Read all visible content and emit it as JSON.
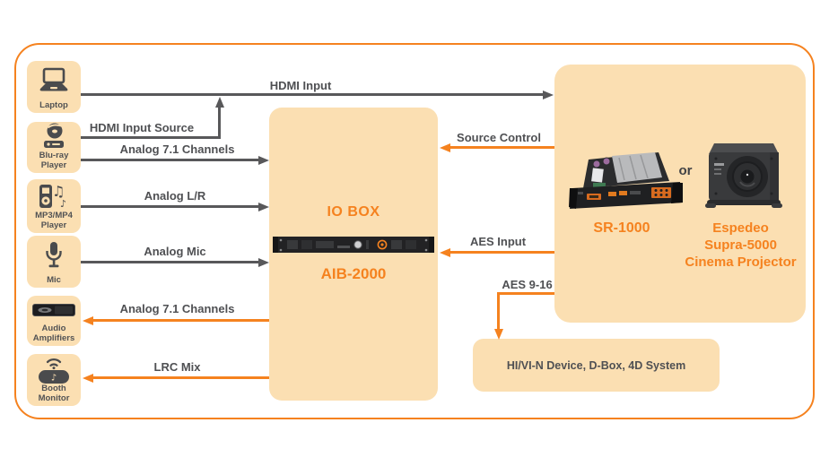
{
  "colors": {
    "accent_orange": "#F5821F",
    "panel_fill": "#FBDFB2",
    "line_dark": "#58585A",
    "text_dark": "#4F5053"
  },
  "devices": {
    "laptop": {
      "label": "Laptop",
      "icon": "laptop-icon"
    },
    "bluray": {
      "label": "Blu-ray Player",
      "icon": "bluray-disc-icon"
    },
    "mp3": {
      "label": "MP3/MP4 Player",
      "icon": "mp3-player-icon"
    },
    "mic": {
      "label": "Mic",
      "icon": "microphone-icon"
    },
    "amp": {
      "label": "Audio Amplifiers",
      "icon": "amplifier-icon"
    },
    "booth": {
      "label": "Booth Monitor",
      "icon": "booth-monitor-icon"
    }
  },
  "io_box": {
    "title": "IO BOX",
    "model": "AIB-2000",
    "image": "aib-2000-rack-unit"
  },
  "right_box": {
    "server_label": "SR-1000",
    "or_label": "or",
    "projector_line1": "Espedeo",
    "projector_line2": "Supra-5000",
    "projector_line3": "Cinema Projector",
    "images": [
      "sr-1000-media-block",
      "supra-5000-projector"
    ]
  },
  "bottom_box": {
    "label": "HI/VI-N Device, D-Box, 4D System"
  },
  "connections": {
    "hdmi_input": {
      "label": "HDMI Input",
      "from": "laptop",
      "to": "right_box",
      "color": "dark"
    },
    "hdmi_input_source": {
      "label": "HDMI Input Source",
      "from": "bluray",
      "to": "hdmi_input_line",
      "color": "dark"
    },
    "analog_71_in": {
      "label": "Analog 7.1 Channels",
      "from": "bluray",
      "to": "io_box",
      "color": "dark"
    },
    "analog_lr": {
      "label": "Analog L/R",
      "from": "mp3",
      "to": "io_box",
      "color": "dark"
    },
    "analog_mic": {
      "label": "Analog Mic",
      "from": "mic",
      "to": "io_box",
      "color": "dark"
    },
    "analog_71_out": {
      "label": "Analog 7.1 Channels",
      "from": "io_box",
      "to": "amp",
      "color": "orange"
    },
    "lrc_mix": {
      "label": "LRC Mix",
      "from": "io_box",
      "to": "booth",
      "color": "orange"
    },
    "source_control": {
      "label": "Source Control",
      "from": "right_box",
      "to": "io_box",
      "color": "orange"
    },
    "aes_input": {
      "label": "AES Input",
      "from": "right_box",
      "to": "io_box",
      "color": "orange"
    },
    "aes_9_16": {
      "label": "AES 9-16",
      "from": "right_box",
      "to": "bottom_box",
      "color": "orange"
    }
  }
}
